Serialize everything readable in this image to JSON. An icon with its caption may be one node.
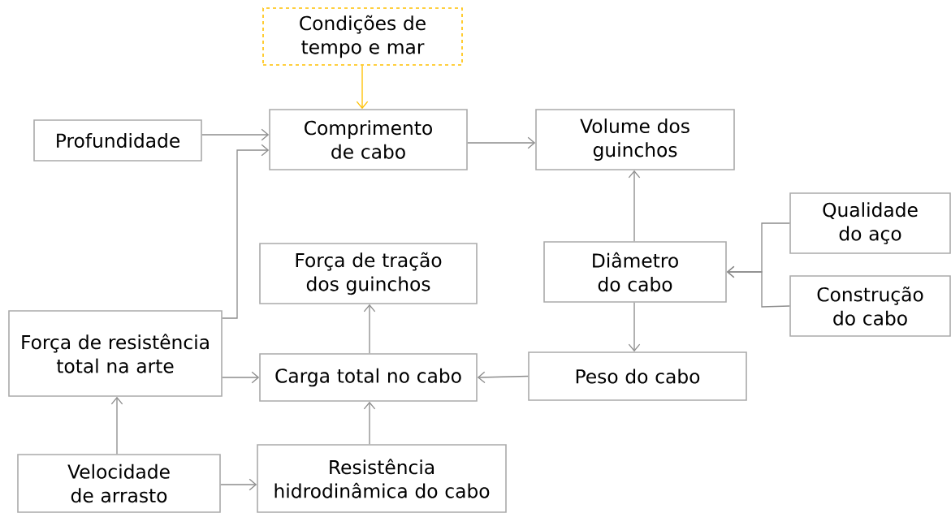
{
  "diagram": {
    "nodes": [
      {
        "text": [
          "Condições de tempo e mar"
        ]
      },
      {
        "text": [
          "Profundidade"
        ]
      },
      {
        "text": [
          "Comprimento de cabo"
        ]
      },
      {
        "text": [
          "Volume dos guinchos"
        ]
      },
      {
        "text": [
          "Qualidade do aço"
        ]
      },
      {
        "text": [
          "Força de tração dos guinchos"
        ]
      },
      {
        "text": [
          "Diâmetro do cabo"
        ]
      },
      {
        "text": [
          "Construção do cabo"
        ]
      },
      {
        "text": [
          "Força de resistência total na arte"
        ]
      },
      {
        "text": [
          "Carga total no cabo"
        ]
      },
      {
        "text": [
          "Peso do cabo"
        ]
      },
      {
        "text": [
          "Velocidade de arrasto"
        ]
      },
      {
        "text": [
          "Resistência hidrodinâmica do cabo"
        ]
      }
    ],
    "edges": [
      {
        "from": 0,
        "to": 2,
        "arrow": "to",
        "color": "#ffc000"
      },
      {
        "from": 1,
        "to": 2,
        "arrow": "to"
      },
      {
        "from": 8,
        "to": 2,
        "arrow": "to"
      },
      {
        "from": 2,
        "to": 3,
        "arrow": "to"
      },
      {
        "from": 6,
        "to": 3,
        "arrow": "to"
      },
      {
        "from": 4,
        "to": 6,
        "arrow": "to"
      },
      {
        "from": 7,
        "to": 6,
        "arrow": "to"
      },
      {
        "from": 6,
        "to": 10,
        "arrow": "to"
      },
      {
        "from": 10,
        "to": 9,
        "arrow": "to"
      },
      {
        "from": 8,
        "to": 9,
        "arrow": "to"
      },
      {
        "from": 9,
        "to": 5,
        "arrow": "to"
      },
      {
        "from": 11,
        "to": 8,
        "arrow": "to"
      },
      {
        "from": 11,
        "to": 12,
        "arrow": "to"
      },
      {
        "from": 12,
        "to": 9,
        "arrow": "to"
      }
    ]
  }
}
